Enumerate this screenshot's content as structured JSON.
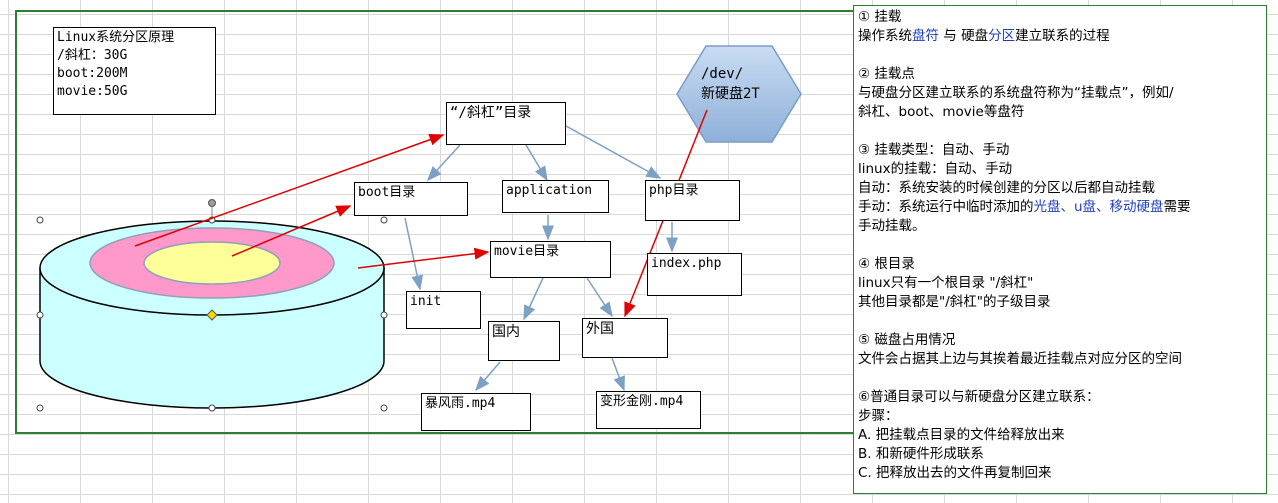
{
  "legend_box": {
    "line1": "Linux系统分区原理",
    "line2": "/斜杠：30G",
    "line3": "boot:200M",
    "line4": "movie:50G"
  },
  "nodes": {
    "root": "“/斜杠”目录",
    "boot": "boot目录",
    "application": "application",
    "php": "php目录",
    "movie": "movie目录",
    "index": "index.php",
    "init": "init",
    "guonei": "国内",
    "waiguo": "外国",
    "baofengyu": "暴风雨.mp4",
    "bianxing": "变形金刚.mp4"
  },
  "hexagon": {
    "line1": "/dev/",
    "line2": "新硬盘2T"
  },
  "notes": {
    "s1_title": "① 挂载",
    "s1_a": "操作系统",
    "s1_b": "盘符",
    "s1_c": " 与 硬盘",
    "s1_d": "分区",
    "s1_e": "建立联系的过程",
    "s2_title": "② 挂载点",
    "s2_l1": "与硬盘分区建立联系的系统盘符称为“挂载点”，例如/",
    "s2_l2": "斜杠、boot、movie等盘符",
    "s3_title": "③ 挂载类型：自动、手动",
    "s3_l1": "linux的挂载：自动、手动",
    "s3_l2": "自动：系统安装的时候创建的分区以后都自动挂载",
    "s3_l3a": "手动：系统运行中临时添加的",
    "s3_l3b": "光盘、u盘、移动硬盘",
    "s3_l3c": "需要",
    "s3_l4": "手动挂载。",
    "s4_title": "④ 根目录",
    "s4_l1": "linux只有一个根目录 \"/斜杠\"",
    "s4_l2": "其他目录都是\"/斜杠\"的子级目录",
    "s5_title": "⑤ 磁盘占用情况",
    "s5_l1": "文件会占据其上边与其挨着最近挂载点对应分区的空间",
    "s6_title": "⑥普通目录可以与新硬盘分区建立联系：",
    "s6_l1": "步骤：",
    "s6_a": "A. 把挂载点目录的文件给释放出来",
    "s6_b": "B. 和新硬件形成联系",
    "s6_c": "C. 把释放出去的文件再复制回来"
  },
  "colors": {
    "frame": "#2e7d32",
    "arrow_red": "#e00000",
    "arrow_blue": "#7da0c4",
    "cylinder": "#ccffff",
    "ring": "#ff99cc",
    "core": "#ffff99",
    "hexagon": "#a9c4e4",
    "highlight_text": "#1f3fbf"
  }
}
